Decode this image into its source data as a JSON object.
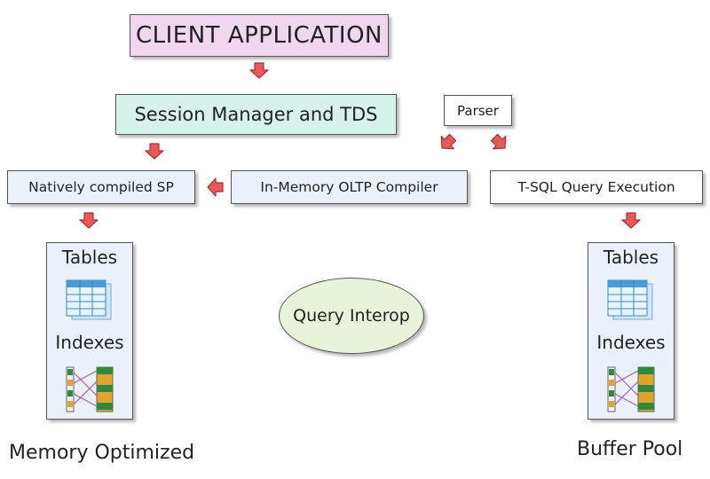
{
  "boxes": {
    "client": "CLIENT APPLICATION",
    "session": "Session Manager and TDS",
    "parser": "Parser",
    "natively": "Natively compiled SP",
    "compiler": "In-Memory OLTP Compiler",
    "tsql": "T-SQL Query Execution"
  },
  "left_panel": {
    "tables": "Tables",
    "indexes": "Indexes",
    "caption": "Memory Optimized"
  },
  "right_panel": {
    "tables": "Tables",
    "indexes": "Indexes",
    "caption": "Buffer Pool"
  },
  "interop": "Query Interop",
  "colors": {
    "client_fill": "#f2d6f0",
    "session_fill": "#d5f3ea",
    "component_fill": "#eaf1fb",
    "interop_fill": "#e8f3d9",
    "arrow_fill": "#e8595b"
  },
  "icons": [
    "arrow-icon",
    "tables-icon",
    "indexes-icon"
  ]
}
